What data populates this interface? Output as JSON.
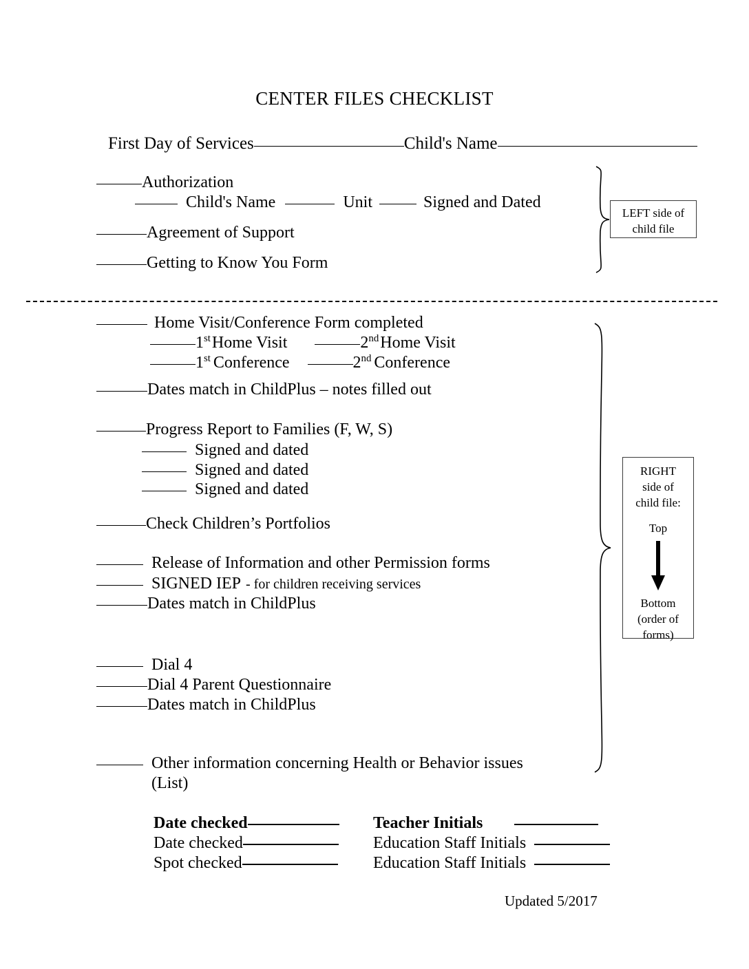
{
  "document": {
    "title": "CENTER FILES CHECKLIST",
    "footer": "Updated 5/2017"
  },
  "header": {
    "first_day_label": "First Day of Services",
    "child_name_label": "Child's Name"
  },
  "left_section": {
    "items": [
      {
        "label": "Authorization"
      },
      {
        "label": "Agreement of Support"
      },
      {
        "label": "Getting to Know You Form"
      }
    ],
    "authorization_sub": {
      "child_name": "Child's Name",
      "unit": "Unit",
      "signed_and_dated": "Signed and Dated"
    },
    "callout": {
      "line1": "LEFT side of",
      "line2": "child file"
    }
  },
  "right_section": {
    "home_visit_conference": "Home Visit/Conference Form completed",
    "visit_1_prefix": "1",
    "visit_1_sup": "st",
    "visit_1_label": "Home Visit",
    "visit_2_prefix": "2",
    "visit_2_sup": "nd",
    "visit_2_label": "Home  Visit",
    "conf_1_prefix": "1",
    "conf_1_sup": "st",
    "conf_1_label": "Conference",
    "conf_2_prefix": "2",
    "conf_2_sup": "nd",
    "conf_2_label": "Conference",
    "dates_match_notes": "Dates match in ChildPlus – notes filled out",
    "progress_report": "Progress Report to Families (F, W, S)",
    "signed_and_dated_1": "Signed and dated",
    "signed_and_dated_2": "Signed and dated",
    "signed_and_dated_3": "Signed and dated",
    "check_portfolios": "Check Children’s Portfolios",
    "release_of_information": "Release of Information and other Permission forms",
    "signed_iep": "SIGNED IEP",
    "signed_iep_note": "- for children receiving services",
    "dates_match_childplus_1": "Dates match in ChildPlus",
    "dial_4": "Dial 4",
    "dial_4_parent_questionnaire": "Dial 4 Parent Questionnaire",
    "dates_match_childplus_2": "Dates match in ChildPlus",
    "other_information_line1": "Other information concerning Health or Behavior issues",
    "other_information_line2": "(List)",
    "callout": {
      "line1": "RIGHT",
      "line2": "side of",
      "line3": "child file:",
      "top": "Top",
      "bottom1": "Bottom",
      "bottom2": "(order of",
      "bottom3": "forms)"
    }
  },
  "signoff": {
    "rows": [
      {
        "left": "Date checked",
        "right": "Teacher Initials"
      },
      {
        "left": "Date checked",
        "right": "Education Staff Initials"
      },
      {
        "left": "Spot checked",
        "right": "Education Staff Initials"
      }
    ]
  }
}
